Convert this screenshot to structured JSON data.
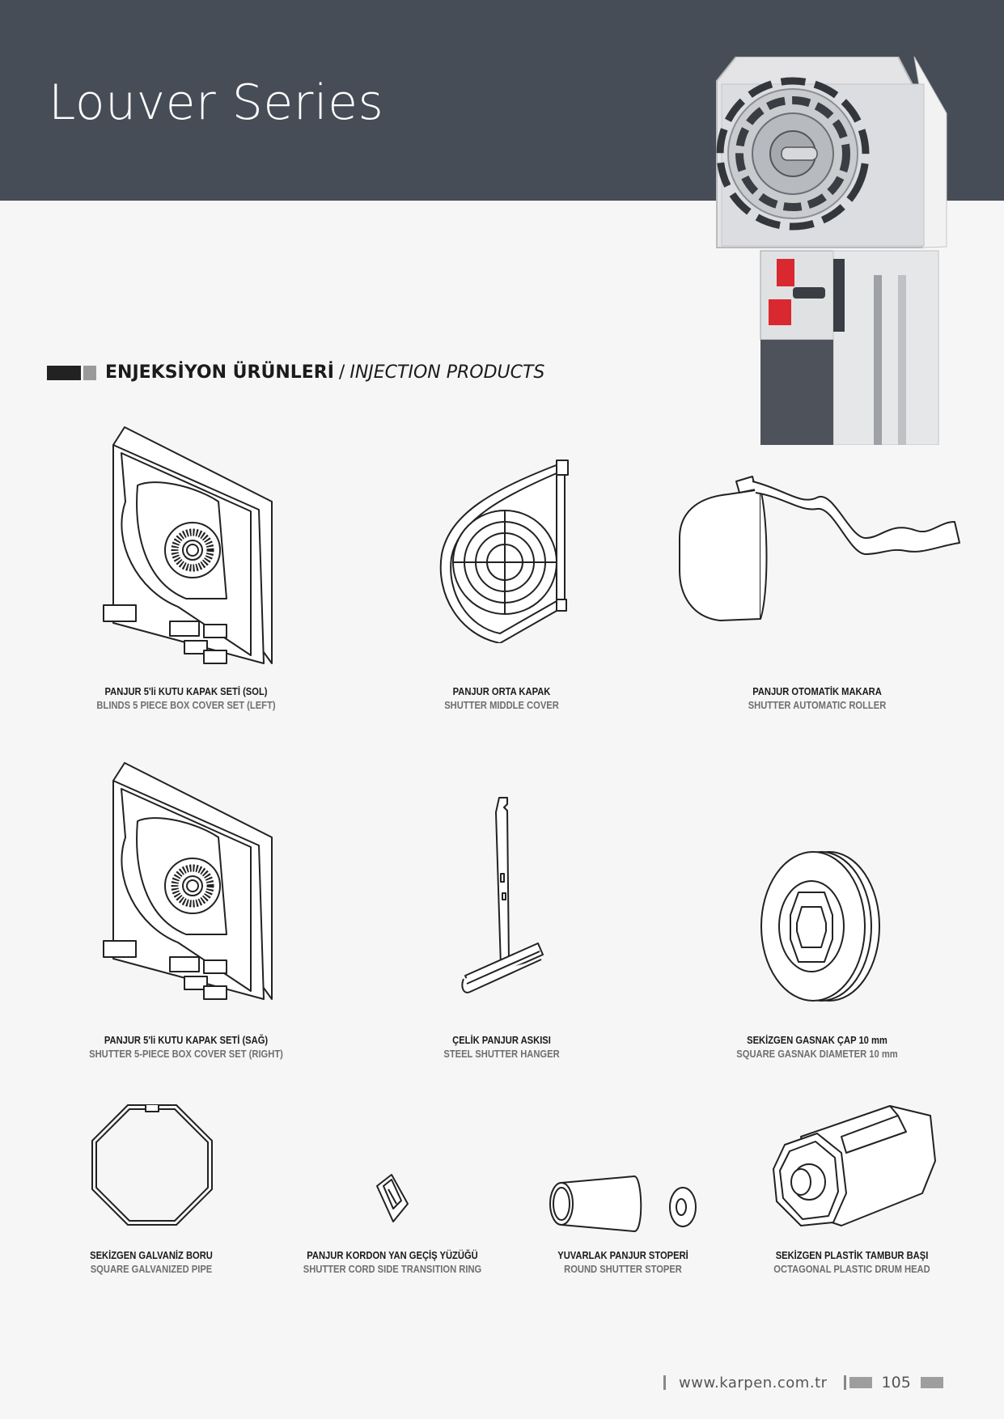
{
  "header": {
    "title": "Louver Series"
  },
  "section": {
    "title_tr": "ENJEKSİYON ÜRÜNLERİ",
    "separator": "/",
    "title_en": "INJECTION PRODUCTS"
  },
  "products": [
    {
      "name_tr": "PANJUR 5'li KUTU KAPAK SETİ (SOL)",
      "name_en": "BLINDS 5 PIECE BOX COVER SET (LEFT)",
      "icon": "box-cover-left-icon"
    },
    {
      "name_tr": "PANJUR ORTA KAPAK",
      "name_en": "SHUTTER MIDDLE COVER",
      "icon": "middle-cover-icon"
    },
    {
      "name_tr": "PANJUR OTOMATİK MAKARA",
      "name_en": "SHUTTER AUTOMATIC ROLLER",
      "icon": "automatic-roller-icon"
    },
    {
      "name_tr": "PANJUR 5'li KUTU KAPAK SETİ (SAĞ)",
      "name_en": "SHUTTER 5-PIECE BOX COVER SET (RIGHT)",
      "icon": "box-cover-right-icon"
    },
    {
      "name_tr": "ÇELİK PANJUR ASKISI",
      "name_en": "STEEL SHUTTER HANGER",
      "icon": "steel-hanger-icon"
    },
    {
      "name_tr": "SEKİZGEN GASNAK ÇAP 10 mm",
      "name_en": "SQUARE GASNAK DIAMETER 10 mm",
      "icon": "gasnak-pulley-icon"
    },
    {
      "name_tr": "SEKİZGEN GALVANİZ BORU",
      "name_en": "SQUARE GALVANIZED PIPE",
      "icon": "octagon-pipe-icon"
    },
    {
      "name_tr": "PANJUR KORDON YAN GEÇİŞ YÜZÜĞÜ",
      "name_en": "SHUTTER CORD SIDE TRANSITION RING",
      "icon": "cord-ring-icon"
    },
    {
      "name_tr": "YUVARLAK PANJUR STOPERİ",
      "name_en": "ROUND SHUTTER STOPER",
      "icon": "round-stopper-icon"
    },
    {
      "name_tr": "SEKİZGEN PLASTİK TAMBUR BAŞI",
      "name_en": "OCTAGONAL PLASTIC DRUM HEAD",
      "icon": "drum-head-icon"
    }
  ],
  "footer": {
    "url": "www.karpen.com.tr",
    "page": "105"
  },
  "colors": {
    "header": "#474d56",
    "background": "#f6f6f6",
    "accent_red": "#d9282f"
  }
}
